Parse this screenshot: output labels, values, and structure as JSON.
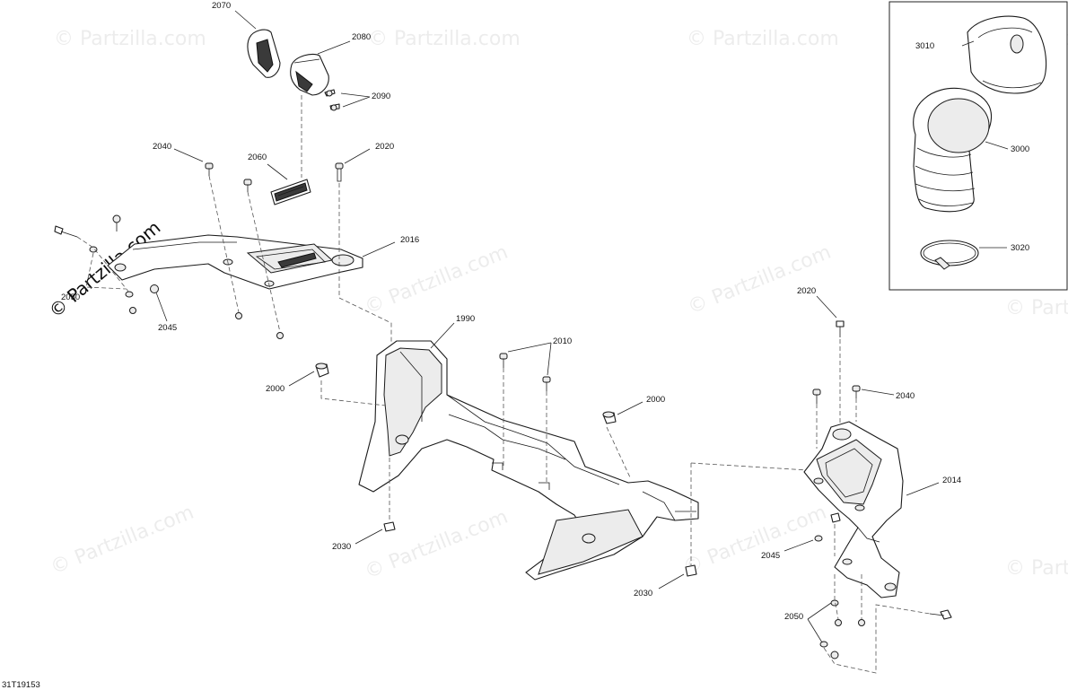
{
  "watermark": "© Partzilla.com",
  "figure_id": "31T19153",
  "callouts": {
    "c1990": "1990",
    "c2000a": "2000",
    "c2000b": "2000",
    "c2010": "2010",
    "c2014": "2014",
    "c2016": "2016",
    "c2020a": "2020",
    "c2020b": "2020",
    "c2030a": "2030",
    "c2030b": "2030",
    "c2040a": "2040",
    "c2040b": "2040",
    "c2045a": "2045",
    "c2045b": "2045",
    "c2050a": "2050",
    "c2050b": "2050",
    "c2060": "2060",
    "c2070": "2070",
    "c2080": "2080",
    "c2090": "2090",
    "c3000": "3000",
    "c3010": "3010",
    "c3020": "3020"
  }
}
